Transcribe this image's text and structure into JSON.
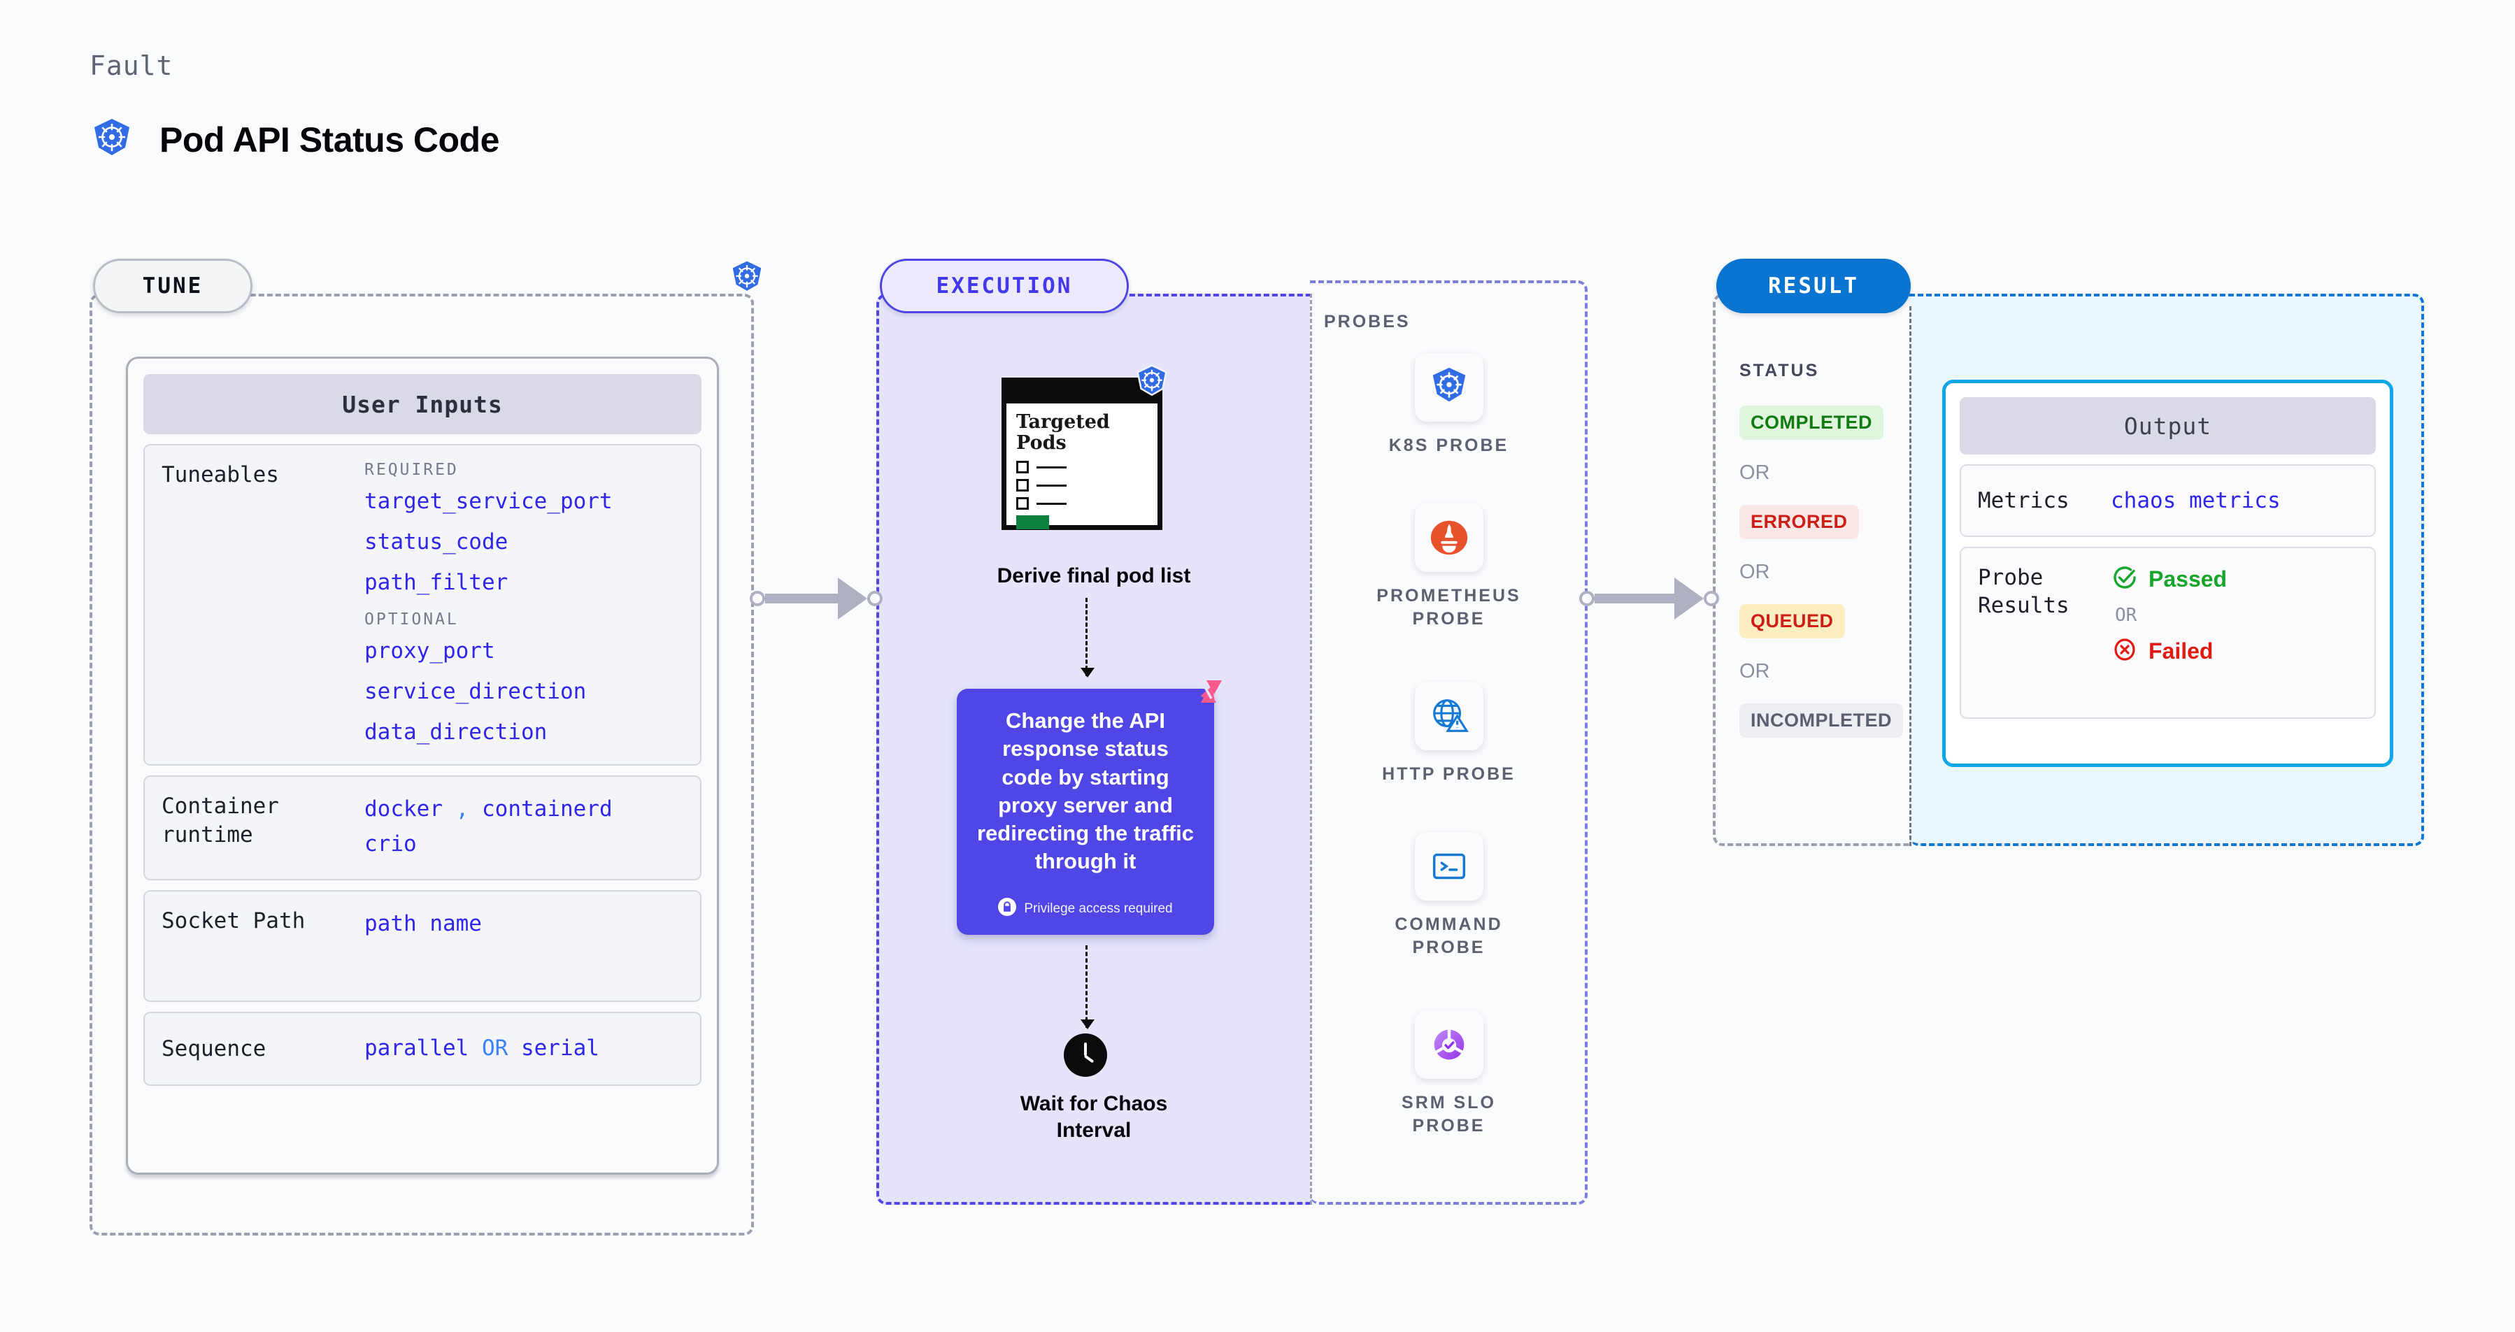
{
  "header": {
    "eyebrow": "Fault",
    "title": "Pod API Status Code",
    "icon": "kubernetes-icon"
  },
  "tune": {
    "pill_label": "TUNE",
    "border_icon": "kubernetes-icon",
    "user_inputs": {
      "heading": "User Inputs",
      "sections": [
        {
          "label": "Tuneables",
          "groups": [
            {
              "group_label": "REQUIRED",
              "items": [
                "target_service_port",
                "status_code",
                "path_filter"
              ]
            },
            {
              "group_label": "OPTIONAL",
              "items": [
                "proxy_port",
                "service_direction",
                "data_direction"
              ]
            }
          ]
        },
        {
          "label": "Container runtime",
          "values_line1": [
            "docker",
            "containerd"
          ],
          "separator": ",",
          "values_line2": [
            "crio"
          ]
        },
        {
          "label": "Socket Path",
          "value": "path name"
        },
        {
          "label": "Sequence",
          "value_left": "parallel",
          "value_or": "OR",
          "value_right": "serial"
        }
      ]
    }
  },
  "execution": {
    "pill_label": "EXECUTION",
    "pods_card": {
      "title_line1": "Targeted",
      "title_line2": "Pods",
      "badge_icon": "kubernetes-icon",
      "checklist_rows": 3
    },
    "derive_caption": "Derive final pod list",
    "action_card": {
      "text": "Change the API response status code by starting proxy server and redirecting the traffic through it",
      "privilege_icon": "lock-icon",
      "privilege_text": "Privilege access required",
      "corner_icon": "litmus-logo-icon"
    },
    "wait_step": {
      "icon": "clock-icon",
      "caption_line1": "Wait for Chaos",
      "caption_line2": "Interval"
    }
  },
  "probes": {
    "heading": "PROBES",
    "items": [
      {
        "icon": "kubernetes-icon",
        "label_line1": "K8S  PROBE",
        "label_line2": ""
      },
      {
        "icon": "prometheus-icon",
        "label_line1": "PROMETHEUS",
        "label_line2": "PROBE"
      },
      {
        "icon": "http-globe-icon",
        "label_line1": "HTTP  PROBE",
        "label_line2": ""
      },
      {
        "icon": "terminal-icon",
        "label_line1": "COMMAND",
        "label_line2": "PROBE"
      },
      {
        "icon": "srm-slo-icon",
        "label_line1": "SRM  SLO",
        "label_line2": "PROBE"
      }
    ]
  },
  "result": {
    "pill_label": "RESULT",
    "status_heading": "STATUS",
    "or_label": "OR",
    "statuses": [
      {
        "label": "COMPLETED",
        "bg": "#dff5dd",
        "color": "#127a12"
      },
      {
        "label": "ERRORED",
        "bg": "#fbe7e6",
        "color": "#cc1f16"
      },
      {
        "label": "QUEUED",
        "bg": "#fdeec2",
        "color": "#cc1f16"
      },
      {
        "label": "INCOMPLETED",
        "bg": "#edeef3",
        "color": "#5b6070"
      }
    ],
    "output": {
      "heading": "Output",
      "metrics_label": "Metrics",
      "metrics_value": "chaos metrics",
      "probe_label_line1": "Probe",
      "probe_label_line2": "Results",
      "passed_label": "Passed",
      "passed_icon": "check-circle-icon",
      "or_label": "OR",
      "failed_label": "Failed",
      "failed_icon": "x-circle-icon"
    }
  },
  "colors": {
    "kubernetes_blue": "#326ce5",
    "execution_purple": "#4f46e5",
    "result_blue": "#0a75d0",
    "output_cyan": "#12a7e8",
    "litmus_pink": "#fb5a8c",
    "mono_value_blue": "#3026e8"
  }
}
